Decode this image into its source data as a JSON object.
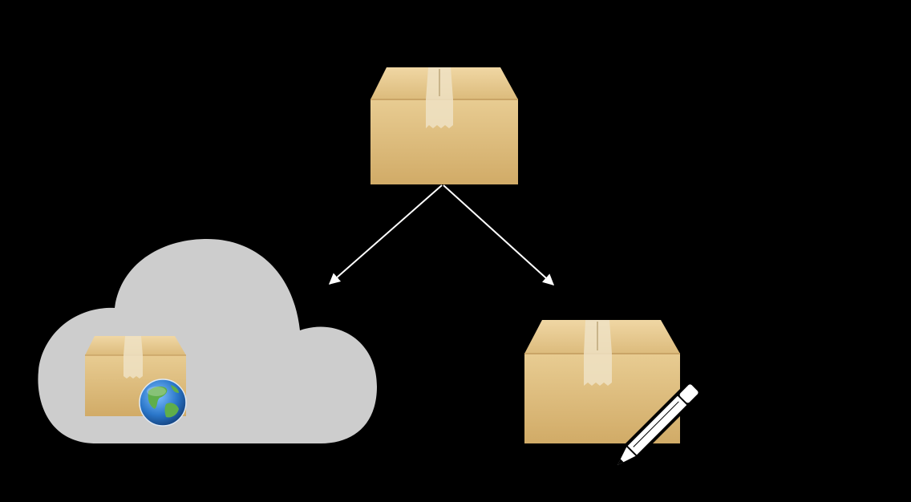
{
  "diagram": {
    "nodes": [
      {
        "id": "package-source",
        "icon": "package-icon"
      },
      {
        "id": "package-in-cloud",
        "icon": "cloud-icon",
        "badges": [
          "package-icon",
          "globe-icon"
        ]
      },
      {
        "id": "package-local-edit",
        "icon": "package-icon",
        "badges": [
          "pencil-icon"
        ]
      }
    ],
    "edges": [
      {
        "from": "package-source",
        "to": "package-in-cloud"
      },
      {
        "from": "package-source",
        "to": "package-local-edit"
      }
    ]
  },
  "colors": {
    "background": "#000000",
    "cloud": "#cdcdcd",
    "box_light": "#e9cf98",
    "box_mid": "#d9b677",
    "box_dark": "#c8a160",
    "tape": "#efe2c4",
    "arrow": "#ffffff",
    "globe": "#2a76c9",
    "pencil": "#ffffff"
  }
}
